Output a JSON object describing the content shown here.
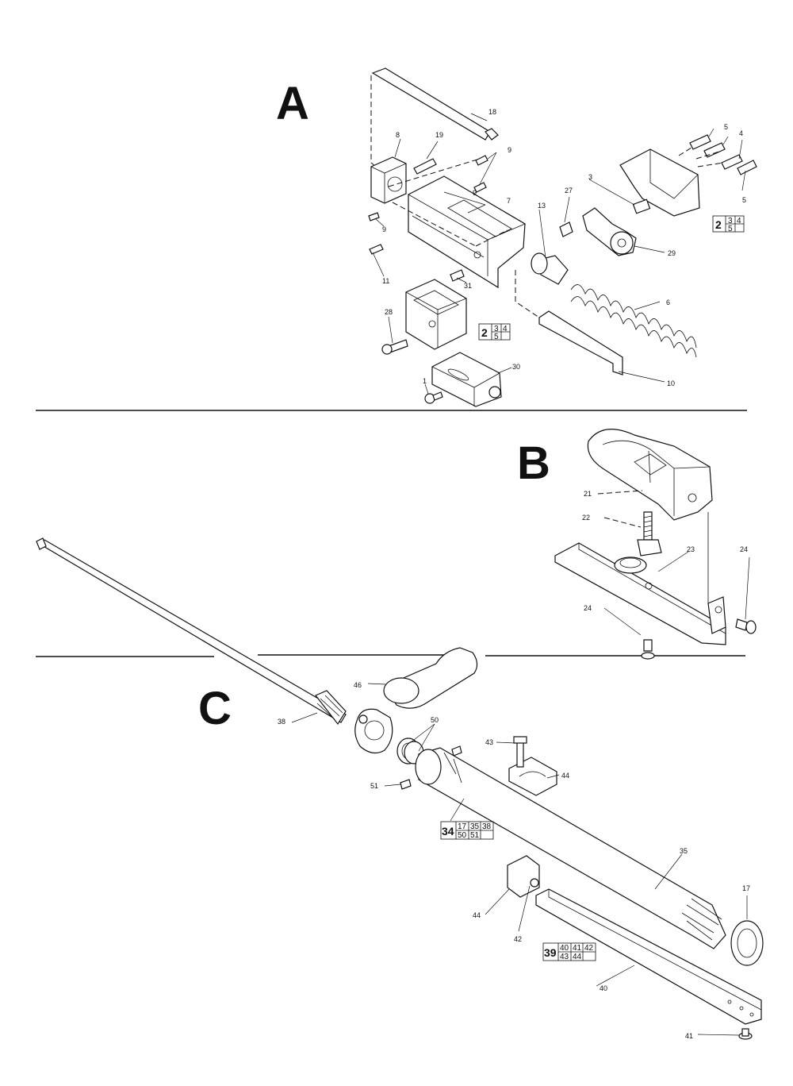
{
  "sections": [
    {
      "letter": "A",
      "callouts": [
        "18",
        "8",
        "19",
        "9",
        "5",
        "4",
        "5",
        "9",
        "7",
        "3",
        "27",
        "13",
        "9",
        "11",
        "31",
        "29",
        "28",
        "6",
        "1",
        "30",
        "10"
      ],
      "kits": [
        {
          "main": "2",
          "items": [
            "3",
            "4",
            "5"
          ]
        },
        {
          "main": "2",
          "items": [
            "3",
            "4",
            "5"
          ]
        }
      ]
    },
    {
      "letter": "B",
      "callouts": [
        "21",
        "22",
        "23",
        "24",
        "24"
      ]
    },
    {
      "letter": "C",
      "callouts": [
        "46",
        "38",
        "50",
        "43",
        "44",
        "51",
        "35",
        "17",
        "44",
        "42",
        "40",
        "41"
      ],
      "kits": [
        {
          "main": "34",
          "items": [
            "17",
            "35",
            "38",
            "50",
            "51"
          ]
        },
        {
          "main": "39",
          "items": [
            "40",
            "41",
            "42",
            "43",
            "44"
          ]
        }
      ]
    }
  ]
}
